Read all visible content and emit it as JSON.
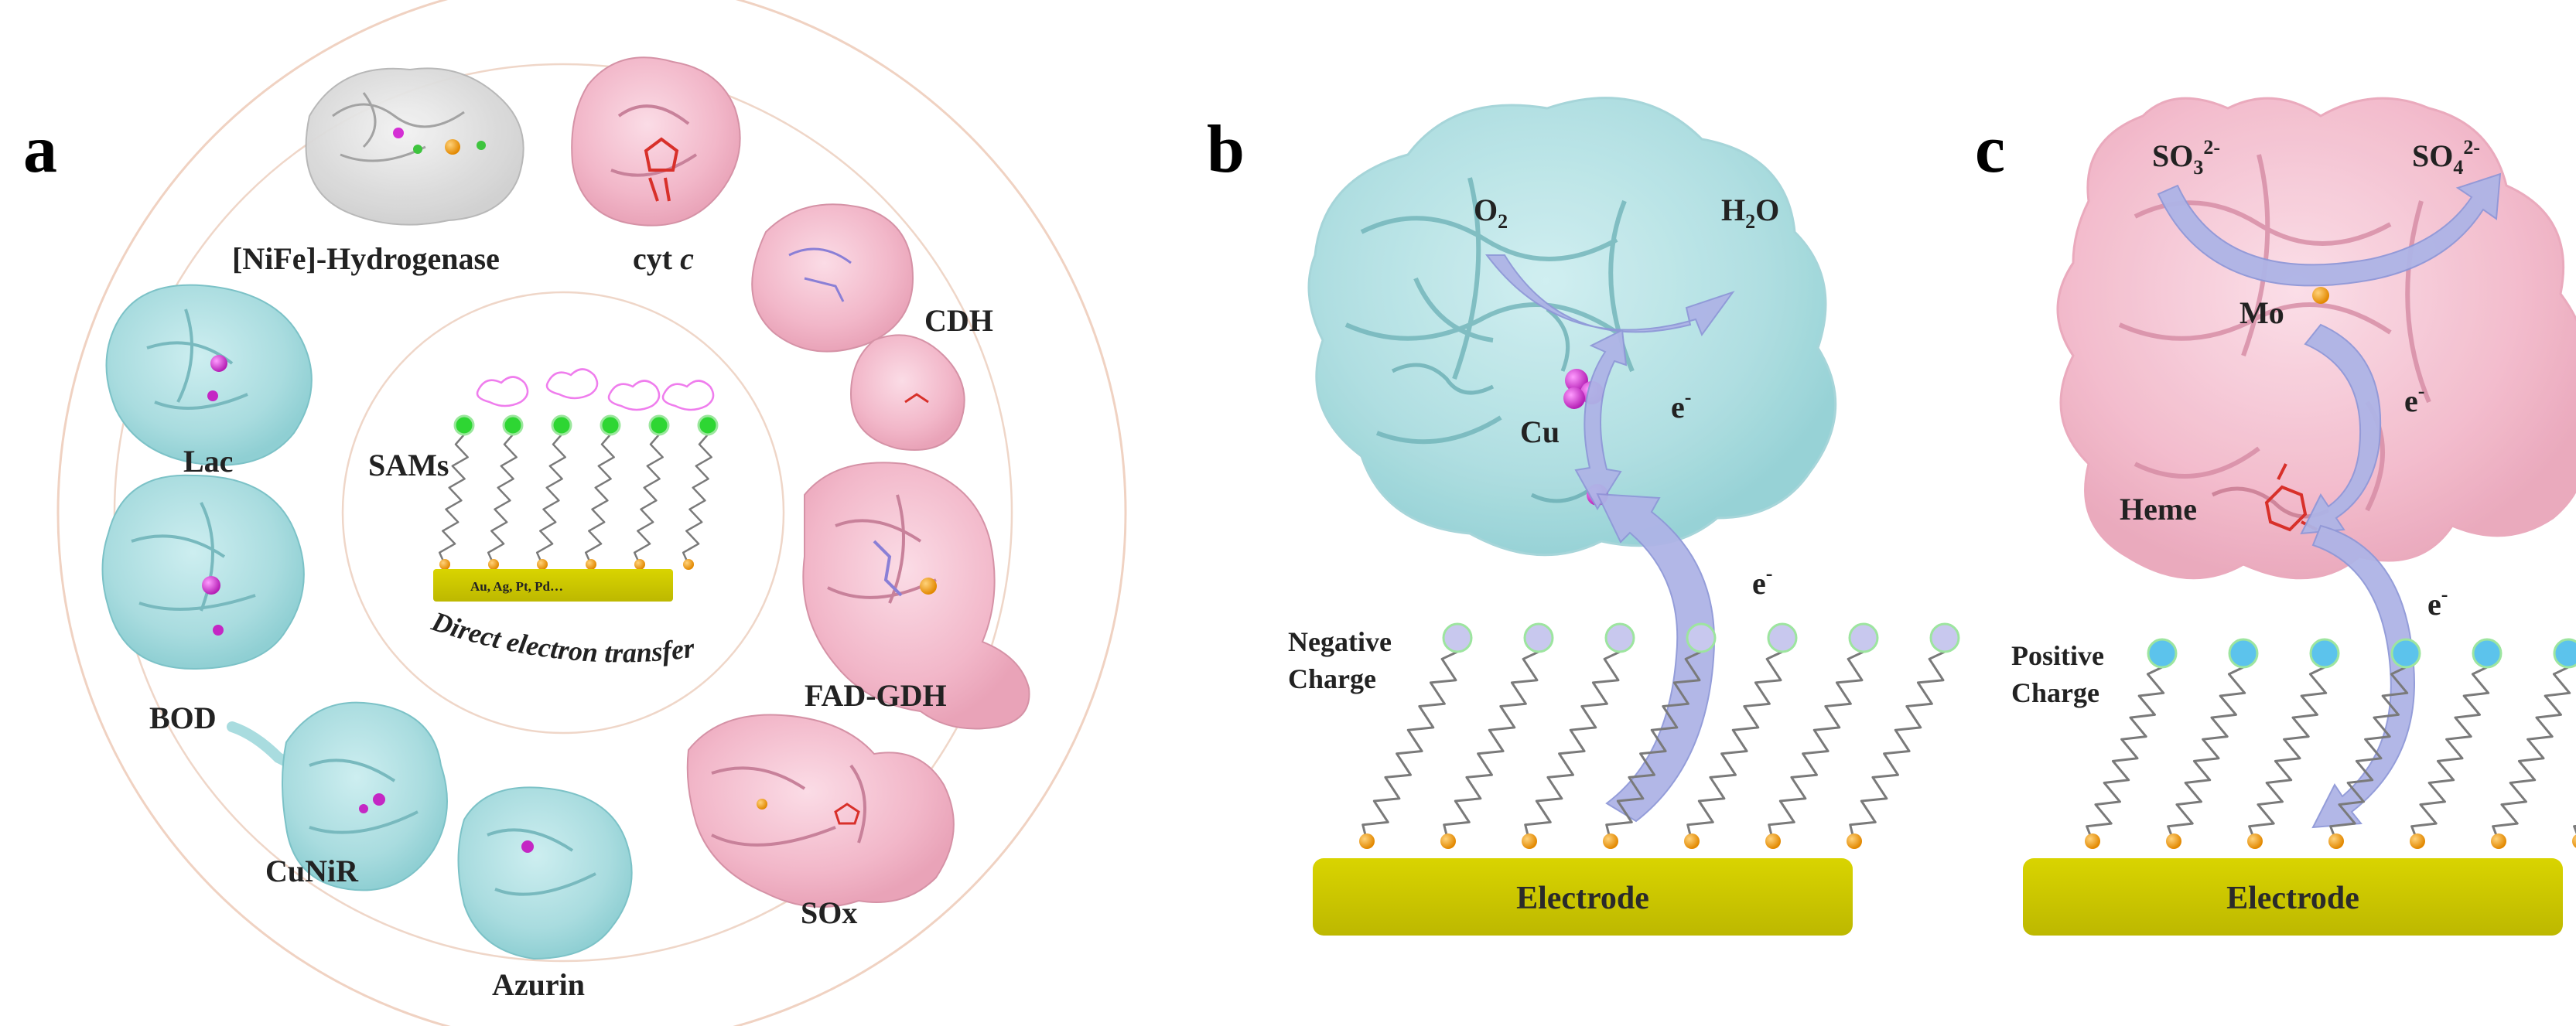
{
  "panels": {
    "a": {
      "letter": "a",
      "proteins": [
        "[NiFe]-Hydrogenase",
        "cyt",
        "c",
        "CDH",
        "Lac",
        "BOD",
        "FAD-GDH",
        "CuNiR",
        "Azurin",
        "SOx"
      ],
      "inner": {
        "sams_label": "SAMs",
        "metals_label": "Au, Ag, Pt, Pd…",
        "curved_caption": "Direct electron transfer"
      }
    },
    "b": {
      "letter": "b",
      "o2_base": "O",
      "o2_sub": "2",
      "h2o_h": "H",
      "h2o_sub": "2",
      "h2o_o": "O",
      "cu_label": "Cu",
      "e_base": "e",
      "e_sup": "-",
      "charge_line1": "Negative",
      "charge_line2": "Charge",
      "electrode": "Electrode"
    },
    "c": {
      "letter": "c",
      "so3_base": "SO",
      "so3_sub": "3",
      "so3_sup": "2-",
      "so4_base": "SO",
      "so4_sub": "4",
      "so4_sup": "2-",
      "mo_label": "Mo",
      "heme_label": "Heme",
      "e_base": "e",
      "e_sup": "-",
      "charge_line1": "Positive",
      "charge_line2": "Charge",
      "electrode": "Electrode"
    }
  },
  "colors": {
    "cyan_protein": "#a9dcdf",
    "pink_protein": "#f2b7c9",
    "grey_protein": "#dcdcdc",
    "arrow": "#aeb4e6",
    "electrode": "#cdc800",
    "sam_head_green": "#2ed633",
    "sam_head_lavender": "#c8c8ee",
    "sam_head_blue": "#5cc3ec",
    "anchor_orange": "#f5a21a",
    "copper_magenta": "#d42fd4",
    "heme_red": "#d8302a"
  }
}
